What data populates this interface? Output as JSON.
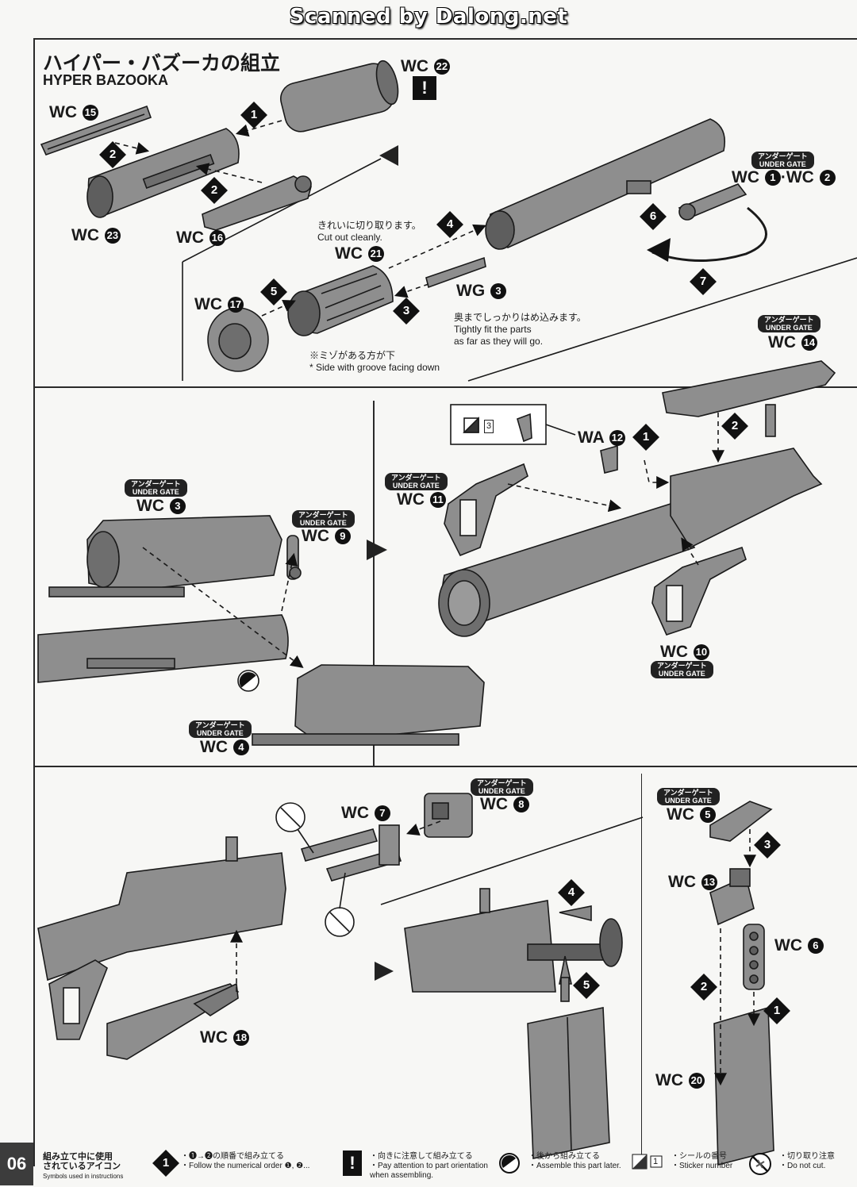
{
  "scanner_watermark": "Scanned by Dalong.net",
  "header": {
    "title_jp": "ハイパー・バズーカの組立",
    "title_en": "HYPER BAZOOKA"
  },
  "page_number": "06",
  "under_gate": {
    "jp": "アンダーゲート",
    "en": "UNDER GATE"
  },
  "section1": {
    "parts": {
      "wc22": {
        "code": "WC",
        "num": "22"
      },
      "wc15": {
        "code": "WC",
        "num": "15"
      },
      "wc23": {
        "code": "WC",
        "num": "23"
      },
      "wc16": {
        "code": "WC",
        "num": "16"
      },
      "wc21": {
        "code": "WC",
        "num": "21"
      },
      "wc17": {
        "code": "WC",
        "num": "17"
      },
      "wg3": {
        "code": "WG",
        "num": "3"
      },
      "wc1_2": {
        "code": "WC",
        "num_a": "1",
        "sep": "·WC",
        "num_b": "2"
      }
    },
    "note_cut_jp": "きれいに切り取ります。",
    "note_cut_en": "Cut out cleanly.",
    "note_fit_jp": "奥までしっかりはめ込みます。",
    "note_fit_en1": "Tightly fit the parts",
    "note_fit_en2": "as far as they will go.",
    "note_groove_jp": "※ミゾがある方が下",
    "note_groove_en": "* Side with groove facing down",
    "steps": [
      "1",
      "2",
      "2",
      "4",
      "5",
      "3",
      "6",
      "7"
    ]
  },
  "section2": {
    "parts": {
      "wc3": {
        "code": "WC",
        "num": "3"
      },
      "wc9": {
        "code": "WC",
        "num": "9"
      },
      "wc4": {
        "code": "WC",
        "num": "4"
      },
      "wc14": {
        "code": "WC",
        "num": "14"
      },
      "wa12": {
        "code": "WA",
        "num": "12"
      },
      "wc11": {
        "code": "WC",
        "num": "11"
      },
      "wc10": {
        "code": "WC",
        "num": "10"
      }
    },
    "sticker_number": "3",
    "steps": [
      "1",
      "2"
    ]
  },
  "section3": {
    "parts": {
      "wc7": {
        "code": "WC",
        "num": "7"
      },
      "wc8": {
        "code": "WC",
        "num": "8"
      },
      "wc18": {
        "code": "WC",
        "num": "18"
      },
      "wc5": {
        "code": "WC",
        "num": "5"
      },
      "wc13": {
        "code": "WC",
        "num": "13"
      },
      "wc6": {
        "code": "WC",
        "num": "6"
      },
      "wc20": {
        "code": "WC",
        "num": "20"
      }
    },
    "steps": [
      "4",
      "5",
      "3",
      "2",
      "1"
    ]
  },
  "legend": {
    "heading_jp1": "組み立て中に使用",
    "heading_jp2": "されているアイコン",
    "heading_en": "Symbols used in instructions",
    "order_jp": "・❶→❷の順番で組み立てる",
    "order_en": "・Follow the numerical order ❶, ❷...",
    "attention_jp": "・向きに注意して組み立てる",
    "attention_en1": "・Pay attention to part orientation",
    "attention_en2": "when assembling.",
    "later_jp": "・後から組み立てる",
    "later_en": "・Assemble this part later.",
    "sticker_jp": "・シールの番号",
    "sticker_en": "・Sticker number",
    "nocut_jp": "・切り取り注意",
    "nocut_en": "・Do not cut.",
    "icon_order": "1",
    "icon_sticker_num": "1"
  },
  "colors": {
    "part_fill": "#8e8e8e",
    "part_dark": "#5e5e5e",
    "line": "#1a1a1a",
    "page": "#f7f7f5"
  }
}
